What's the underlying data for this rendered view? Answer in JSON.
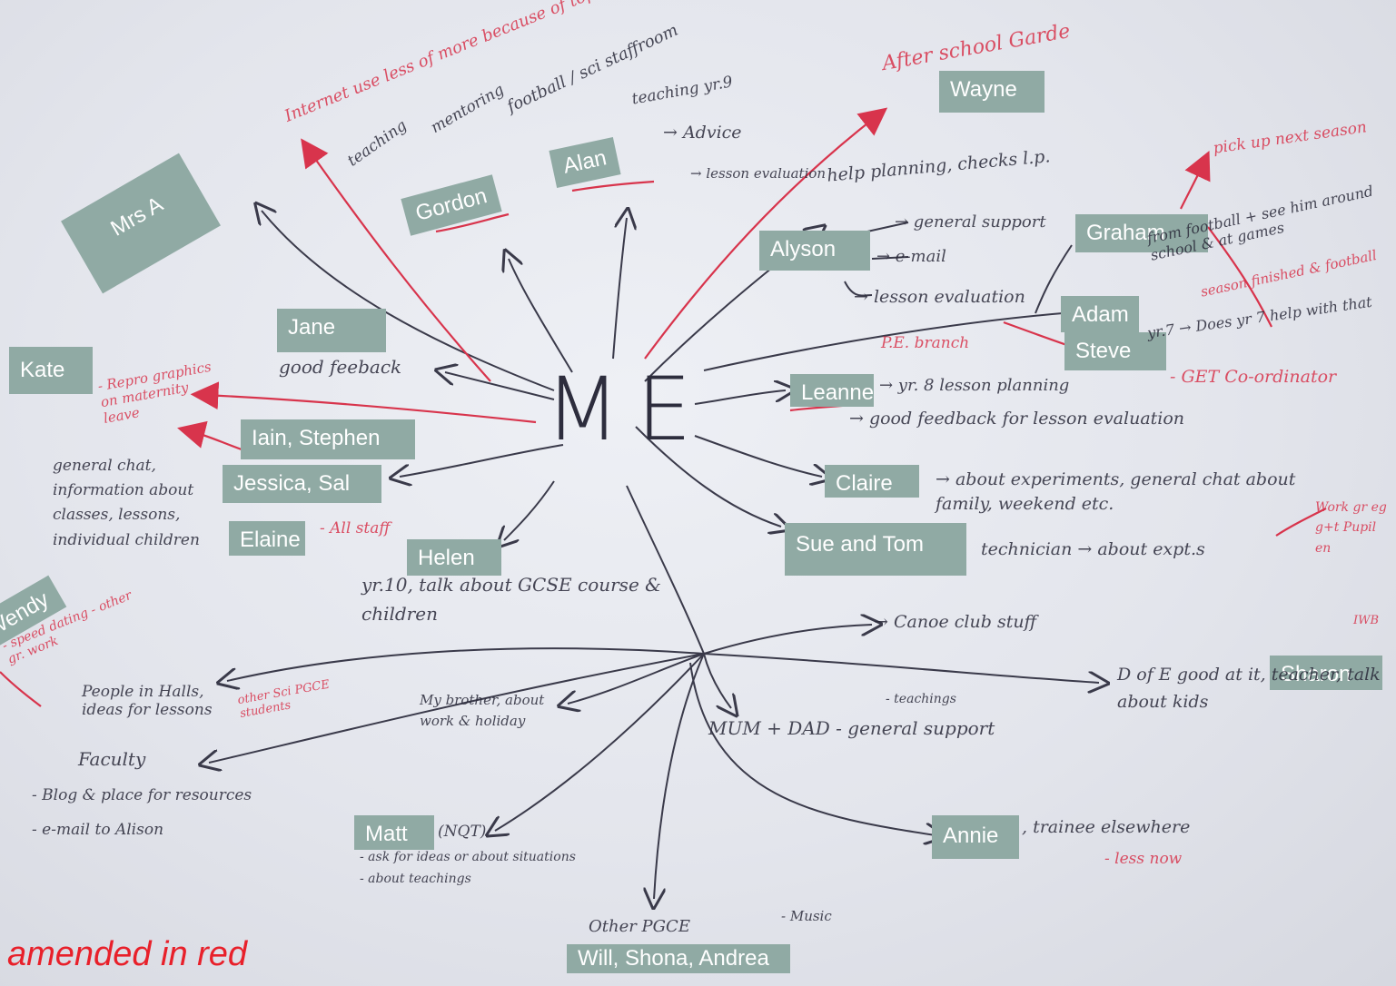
{
  "center": "ME",
  "footer_note": "amended in red",
  "names": {
    "mrs_a": "Mrs A",
    "gordon": "Gordon",
    "alan": "Alan",
    "wayne": "Wayne",
    "alyson": "Alyson",
    "graham": "Graham",
    "adam": "Adam",
    "steve": "Steve",
    "jane": "Jane",
    "kate": "Kate",
    "iain_stephen": "Iain, Stephen",
    "jessica_sal": "Jessica, Sal",
    "elaine": "Elaine",
    "helen": "Helen",
    "leanne": "Leanne",
    "claire": "Claire",
    "sue_tom": "Sue and Tom",
    "wendy": "Wendy",
    "sharon": "Sharon",
    "matt": "Matt",
    "annie": "Annie",
    "will_shona_andrea": "Will, Shona, Andrea"
  },
  "notes": {
    "internet": "Internet use less of more because of topics",
    "teaching": "teaching",
    "mentoring": "mentoring",
    "football_sci": "football / sci staffroom",
    "teaching_yr9": "teaching yr.9",
    "advice": "→ Advice",
    "lesson_eval": "→ lesson evaluation",
    "after_school": "After school Garde",
    "help_planning": "help planning, checks l.p.",
    "general_support": "→ general support",
    "email": "→ e-mail",
    "lesson_evaluation": "→ lesson evaluation",
    "pick_up": "pick up next season",
    "from_football": "from football + see him around school & at games",
    "pe_branch": "P.E. branch",
    "does_yr7": "yr.7 → Does yr 7 help with that",
    "get_coord": "- GET Co-ordinator",
    "jane_feedback": "good feeback",
    "kate_note": "- Repro graphics on maternity leave",
    "general_chat": "general chat, information about classes, lessons, individual children",
    "all_staff": "- All staff",
    "leanne_note": "→ yr. 8 lesson planning",
    "good_feedback": "→ good feedback for lesson evaluation",
    "claire_note": "→ about experiments, general chat about family, weekend etc.",
    "technician": "technician → about expt.s",
    "helen_note": "yr.10, talk about GCSE course & children",
    "canoe": "→ Canoe club stuff",
    "dofe": "D of E good at it, teacher, talk about kids",
    "wendy_note": "- speed dating - other gr. work",
    "people_halls": "People in Halls, ideas for lessons",
    "other_sci": "other Sci PGCE students",
    "my_brother": "My brother, about work & holiday",
    "mum_dad": "MUM + DAD - general support",
    "teachings": "- teachings",
    "faculty": "Faculty",
    "blog": "- Blog & place for resources",
    "email_alison": "- e-mail to Alison",
    "matt_note": "(NQT)",
    "ask_ideas": "- ask for ideas or about situations",
    "about_teachings": "- about teachings",
    "annie_note": ", trainee elsewhere",
    "less_now": "- less now",
    "other_pgce": "Other PGCE",
    "music": "- Music",
    "work_gr": "Work gr eg g+t Pupil en",
    "iwb": "IWB",
    "season_finished": "season finished & football"
  }
}
